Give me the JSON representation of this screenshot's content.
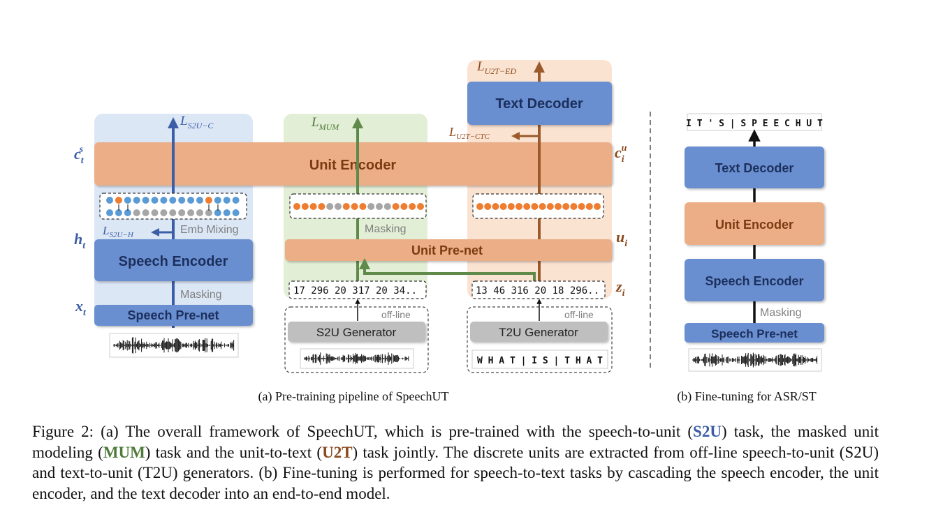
{
  "colors": {
    "s2u": "#3b5ea6",
    "mum": "#4e7a3a",
    "u2t": "#8b4a1c",
    "block_blue": "#6b8fd0",
    "block_orange": "#ecae86",
    "panel_blue": "#dce7f6",
    "panel_green": "#e2efd6",
    "panel_orange": "#fbe3d2",
    "dot_blue": "#5b9bd5",
    "dot_orange": "#ed7d31",
    "dot_gray": "#a6a6a6"
  },
  "blocks": {
    "unit_encoder": "Unit Encoder",
    "speech_encoder": "Speech Encoder",
    "speech_prenet": "Speech Pre-net",
    "unit_prenet": "Unit Pre-net",
    "text_decoder": "Text Decoder",
    "s2u_generator": "S2U Generator",
    "t2u_generator": "T2U Generator"
  },
  "labels": {
    "emb_mixing": "Emb Mixing",
    "masking": "Masking",
    "offline": "off-line",
    "unit_seq_s2u": "17 296 20 317 20 34..",
    "unit_seq_t2u": "13 46 316 20 18 296..",
    "text_input": "W H A T | I S | T H A T",
    "ft_output": "I T ' S | S P E E C H U T"
  },
  "losses": {
    "s2u_c": "L",
    "s2u_c_sub": "S2U−C",
    "s2u_h": "L",
    "s2u_h_sub": "S2U−H",
    "mum": "L",
    "mum_sub": "MUM",
    "u2t_ctc": "L",
    "u2t_ctc_sub": "U2T−CTC",
    "u2t_ed": "L",
    "u2t_ed_sub": "U2T−ED"
  },
  "symbols": {
    "cs_base": "c",
    "cs_sub": "t",
    "cs_sup": "s",
    "cu_base": "c",
    "cu_sub": "i",
    "cu_sup": "u",
    "h_base": "h",
    "h_sub": "t",
    "x_base": "x",
    "x_sub": "t",
    "u_base": "u",
    "u_sub": "i",
    "z_base": "z",
    "z_sub": "i"
  },
  "subcaptions": {
    "a": "(a) Pre-training pipeline of SpeechUT",
    "b": "(b) Fine-tuning for ASR/ST"
  },
  "caption": {
    "p1": "Figure 2:  (a) The overall framework of SpeechUT, which is pre-trained with the speech-to-unit (",
    "s2u": "S2U",
    "p2": ") task, the masked unit modeling (",
    "mum": "MUM",
    "p3": ") task and the unit-to-text (",
    "u2t": "U2T",
    "p4": ") task jointly.  The discrete units are extracted from off-line speech-to-unit (S2U) and text-to-unit (T2U) generators.  (b) Fine-tuning is performed for speech-to-text tasks by cascading the speech encoder, the unit encoder, and the text decoder into an end-to-end model."
  },
  "dots": {
    "emb_top": [
      "b",
      "o",
      "b",
      "b",
      "b",
      "b",
      "b",
      "b",
      "b",
      "b",
      "b",
      "o",
      "b",
      "b",
      "b"
    ],
    "emb_bottom": [
      "b",
      "b",
      "b",
      "g",
      "g",
      "g",
      "g",
      "g",
      "g",
      "g",
      "g",
      "g",
      "b",
      "b",
      "b"
    ],
    "mum": [
      "o",
      "o",
      "o",
      "o",
      "g",
      "g",
      "o",
      "o",
      "o",
      "g",
      "g",
      "g",
      "o",
      "o",
      "o",
      "o"
    ],
    "u2t": [
      "o",
      "o",
      "o",
      "o",
      "o",
      "o",
      "o",
      "o",
      "o",
      "o",
      "o",
      "o",
      "o",
      "o",
      "o",
      "o"
    ]
  }
}
